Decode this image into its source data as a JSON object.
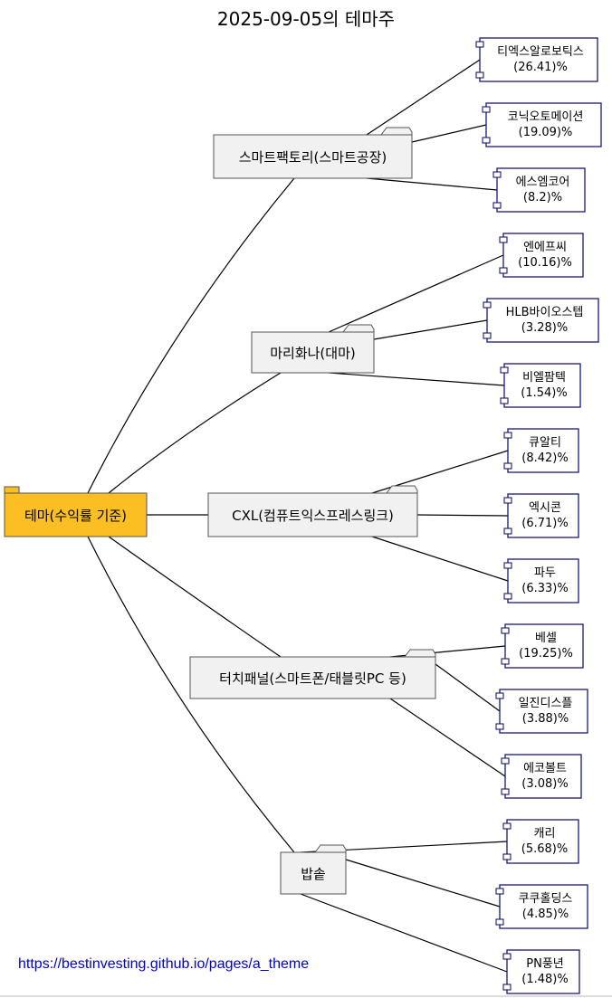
{
  "title": "2025-09-05의 테마주",
  "root": {
    "label": "테마(수익률 기준)",
    "color": "#fbbf24"
  },
  "themes": [
    {
      "label": "스마트팩토리(스마트공장)",
      "stocks": [
        {
          "name": "티엑스알로보틱스",
          "pct": "(26.41)%"
        },
        {
          "name": "코닉오토메이션",
          "pct": "(19.09)%"
        },
        {
          "name": "에스엠코어",
          "pct": "(8.2)%"
        }
      ]
    },
    {
      "label": "마리화나(대마)",
      "stocks": [
        {
          "name": "엔에프씨",
          "pct": "(10.16)%"
        },
        {
          "name": "HLB바이오스텝",
          "pct": "(3.28)%"
        },
        {
          "name": "비엘팜텍",
          "pct": "(1.54)%"
        }
      ]
    },
    {
      "label": "CXL(컴퓨트익스프레스링크)",
      "stocks": [
        {
          "name": "큐알티",
          "pct": "(8.42)%"
        },
        {
          "name": "엑시콘",
          "pct": "(6.71)%"
        },
        {
          "name": "파두",
          "pct": "(6.33)%"
        }
      ]
    },
    {
      "label": "터치패널(스마트폰/태블릿PC 등)",
      "stocks": [
        {
          "name": "베셀",
          "pct": "(19.25)%"
        },
        {
          "name": "일진디스플",
          "pct": "(3.88)%"
        },
        {
          "name": "에코볼트",
          "pct": "(3.08)%"
        }
      ]
    },
    {
      "label": "밥솥",
      "stocks": [
        {
          "name": "캐리",
          "pct": "(5.68)%"
        },
        {
          "name": "쿠쿠홀딩스",
          "pct": "(4.85)%"
        },
        {
          "name": "PN풍년",
          "pct": "(1.48)%"
        }
      ]
    }
  ],
  "footer_link": "https://bestinvesting.github.io/pages/a_theme",
  "colors": {
    "theme_fill": "#f1f1f1",
    "stock_border": "#181878",
    "link": "#0000cc"
  }
}
